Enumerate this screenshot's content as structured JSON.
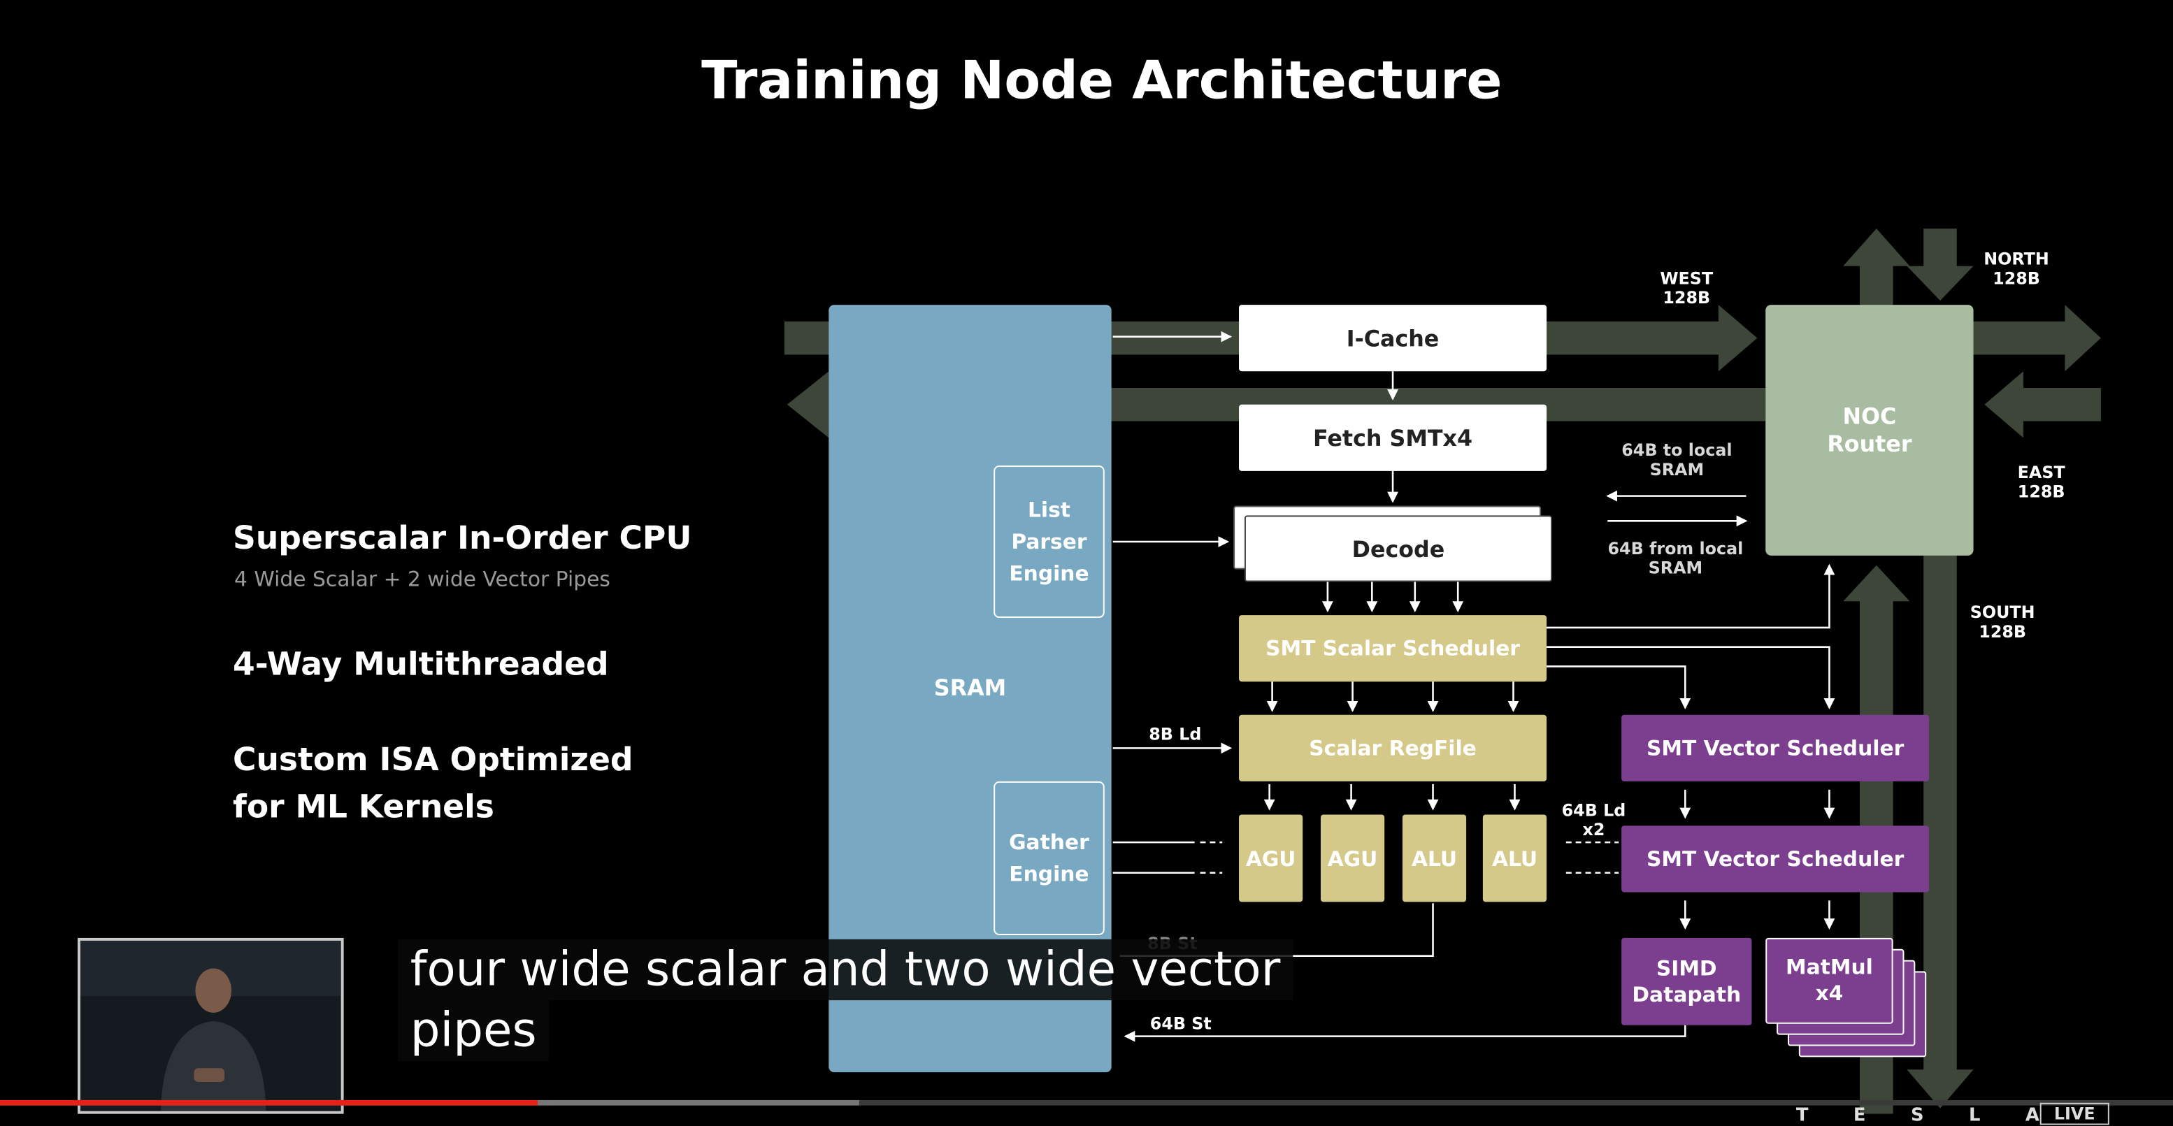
{
  "slide": {
    "title": "Training Node Architecture",
    "bullets": [
      {
        "heading": "Superscalar In-Order CPU",
        "sub": "4 Wide Scalar + 2 wide Vector Pipes"
      },
      {
        "heading": "4-Way Multithreaded",
        "sub": ""
      },
      {
        "heading": "Custom ISA Optimized",
        "heading2": "for ML Kernels",
        "sub": ""
      }
    ]
  },
  "diagram": {
    "sram": "SRAM",
    "list_parser": [
      "List",
      "Parser",
      "Engine"
    ],
    "gather_engine": [
      "Gather",
      "Engine"
    ],
    "icache": "I-Cache",
    "fetch": "Fetch  SMTx4",
    "decode": "Decode",
    "smt_scalar_scheduler": "SMT Scalar Scheduler",
    "scalar_regfile": "Scalar RegFile",
    "units": [
      "AGU",
      "AGU",
      "ALU",
      "ALU"
    ],
    "smt_vector_scheduler_1": "SMT Vector Scheduler",
    "smt_vector_scheduler_2": "SMT Vector Scheduler",
    "simd": [
      "SIMD",
      "Datapath"
    ],
    "matmul": [
      "MatMul",
      "x4"
    ],
    "noc_router": [
      "NOC",
      "Router"
    ],
    "labels": {
      "west": [
        "WEST",
        "128B"
      ],
      "north": [
        "NORTH",
        "128B"
      ],
      "east": [
        "EAST",
        "128B"
      ],
      "south": [
        "SOUTH",
        "128B"
      ],
      "to_local": [
        "64B to local",
        "SRAM"
      ],
      "from_local": [
        "64B from local",
        "SRAM"
      ],
      "ld8": "8B Ld",
      "st8": "8B St",
      "ld64": [
        "64B Ld",
        "x2"
      ],
      "st64": "64B St"
    },
    "colors": {
      "sram": "#79a8c2",
      "scalar": "#d5c98a",
      "vector": "#7c3e8f",
      "noc": "#a7bca0",
      "bus": "#3d4639"
    }
  },
  "caption": {
    "line1": "four wide scalar and two wide vector",
    "line2": "pipes"
  },
  "overlay": {
    "logo": "T E S L A",
    "live": "LIVE"
  }
}
